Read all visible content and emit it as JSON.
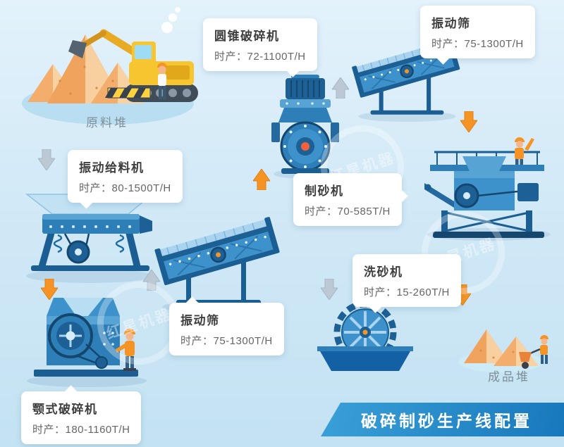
{
  "banner": {
    "title": "破碎制砂生产线配置"
  },
  "watermark": {
    "text": "红星机器"
  },
  "nodes": {
    "raw_pile": {
      "label": "原料堆"
    },
    "feeder": {
      "name": "振动给料机",
      "capacity": "时产：80-1500T/H"
    },
    "cone_crusher": {
      "name": "圆锥破碎机",
      "capacity": "时产：72-1100T/H"
    },
    "screen_top": {
      "name": "振动筛",
      "capacity": "时产：75-1300T/H"
    },
    "sand_maker": {
      "name": "制砂机",
      "capacity": "时产：70-585T/H"
    },
    "screen_mid": {
      "name": "振动筛",
      "capacity": "时产：75-1300T/H"
    },
    "jaw_crusher": {
      "name": "颚式破碎机",
      "capacity": "时产：180-1160T/H"
    },
    "sand_washer": {
      "name": "洗砂机",
      "capacity": "时产：15-260T/H"
    },
    "product_pile": {
      "label": "成品堆"
    }
  },
  "colors": {
    "background_top": "#e3f2fb",
    "background_bottom": "#c3e2f2",
    "machine_blue": "#2e7fb8",
    "machine_blue_dark": "#1a5e94",
    "machine_blue_light": "#a9d3ee",
    "accent_orange": "#f59425",
    "arrow_gray": "#bcc9d5",
    "banner_blue": "#1878bc",
    "label_title_color": "#3e3e3e",
    "label_text_color": "#666666",
    "caption_color": "#7e8f9a",
    "sand_color": "#f0a35c"
  }
}
